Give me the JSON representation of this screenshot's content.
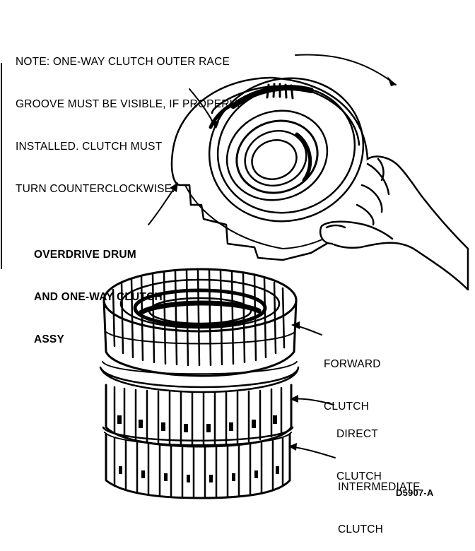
{
  "note": {
    "lines": [
      "NOTE: ONE-WAY CLUTCH OUTER RACE",
      "GROOVE MUST BE VISIBLE, IF PROPERLY",
      "INSTALLED. CLUTCH MUST",
      "TURN COUNTERCLOCKWISE."
    ]
  },
  "labels": {
    "overdrive": [
      "OVERDRIVE DRUM",
      "AND ONE-WAY CLUTCH",
      "ASSY"
    ],
    "forward": [
      "FORWARD",
      "CLUTCH"
    ],
    "direct": [
      "DIRECT",
      "CLUTCH"
    ],
    "intermediate": [
      "INTERMEDIATE",
      "CLUTCH"
    ],
    "figure_id": "D5907-A"
  }
}
